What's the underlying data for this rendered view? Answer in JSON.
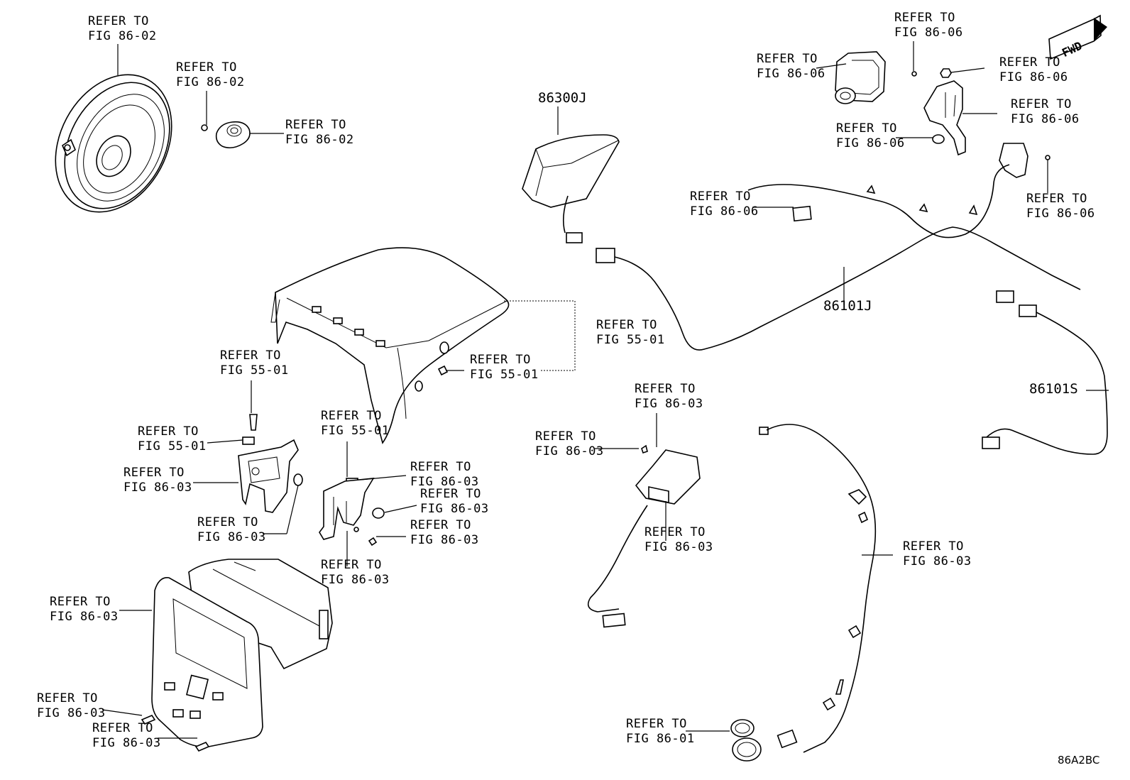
{
  "refs": [
    {
      "id": "speaker",
      "l1": "REFER TO",
      "l2": "FIG 86-02"
    },
    {
      "id": "tweeter-screw",
      "l1": "REFER TO",
      "l2": "FIG 86-02"
    },
    {
      "id": "tweeter",
      "l1": "REFER TO",
      "l2": "FIG 86-02"
    },
    {
      "id": "cam-screw",
      "l1": "REFER TO",
      "l2": "FIG 86-06"
    },
    {
      "id": "camera",
      "l1": "REFER TO",
      "l2": "FIG 86-06"
    },
    {
      "id": "cam-nut",
      "l1": "REFER TO",
      "l2": "FIG 86-06"
    },
    {
      "id": "cam-bracket",
      "l1": "REFER TO",
      "l2": "FIG 86-06"
    },
    {
      "id": "cam-bolt",
      "l1": "REFER TO",
      "l2": "FIG 86-06"
    },
    {
      "id": "cam-wire",
      "l1": "REFER TO",
      "l2": "FIG 86-06"
    },
    {
      "id": "cam-screw2",
      "l1": "REFER TO",
      "l2": "FIG 86-06"
    },
    {
      "id": "cover",
      "l1": "REFER TO",
      "l2": "FIG 55-01"
    },
    {
      "id": "cover-clip",
      "l1": "REFER TO",
      "l2": "FIG 55-01"
    },
    {
      "id": "bkt-screw",
      "l1": "REFER TO",
      "l2": "FIG 55-01"
    },
    {
      "id": "bkt-clip",
      "l1": "REFER TO",
      "l2": "FIG 55-01"
    },
    {
      "id": "bkt-l",
      "l1": "REFER TO",
      "l2": "FIG 86-03"
    },
    {
      "id": "bkt-l-bolt",
      "l1": "REFER TO",
      "l2": "FIG 86-03"
    },
    {
      "id": "bkt-r-clip",
      "l1": "REFER TO",
      "l2": "FIG 55-01"
    },
    {
      "id": "bkt-r",
      "l1": "REFER TO",
      "l2": "FIG 86-03"
    },
    {
      "id": "bkt-r-nut",
      "l1": "REFER TO",
      "l2": "FIG 86-03"
    },
    {
      "id": "bkt-r-screw",
      "l1": "REFER TO",
      "l2": "FIG 86-03"
    },
    {
      "id": "bkt-r-bolt",
      "l1": "REFER TO",
      "l2": "FIG 86-03"
    },
    {
      "id": "ecu-clip",
      "l1": "REFER TO",
      "l2": "FIG 86-03"
    },
    {
      "id": "ecu-screw",
      "l1": "REFER TO",
      "l2": "FIG 86-03"
    },
    {
      "id": "ecu",
      "l1": "REFER TO",
      "l2": "FIG 86-03"
    },
    {
      "id": "usb-wire",
      "l1": "REFER TO",
      "l2": "FIG 86-03"
    },
    {
      "id": "display",
      "l1": "REFER TO",
      "l2": "FIG 86-03"
    },
    {
      "id": "disp-screw1",
      "l1": "REFER TO",
      "l2": "FIG 86-03"
    },
    {
      "id": "disp-screw2",
      "l1": "REFER TO",
      "l2": "FIG 86-03"
    },
    {
      "id": "usb",
      "l1": "REFER TO",
      "l2": "FIG 86-01"
    }
  ],
  "parts": {
    "antenna": "86300J",
    "cable_main": "86101J",
    "cable_sub": "86101S"
  },
  "fwd": "FWD",
  "diagram_code": "86A2BC"
}
